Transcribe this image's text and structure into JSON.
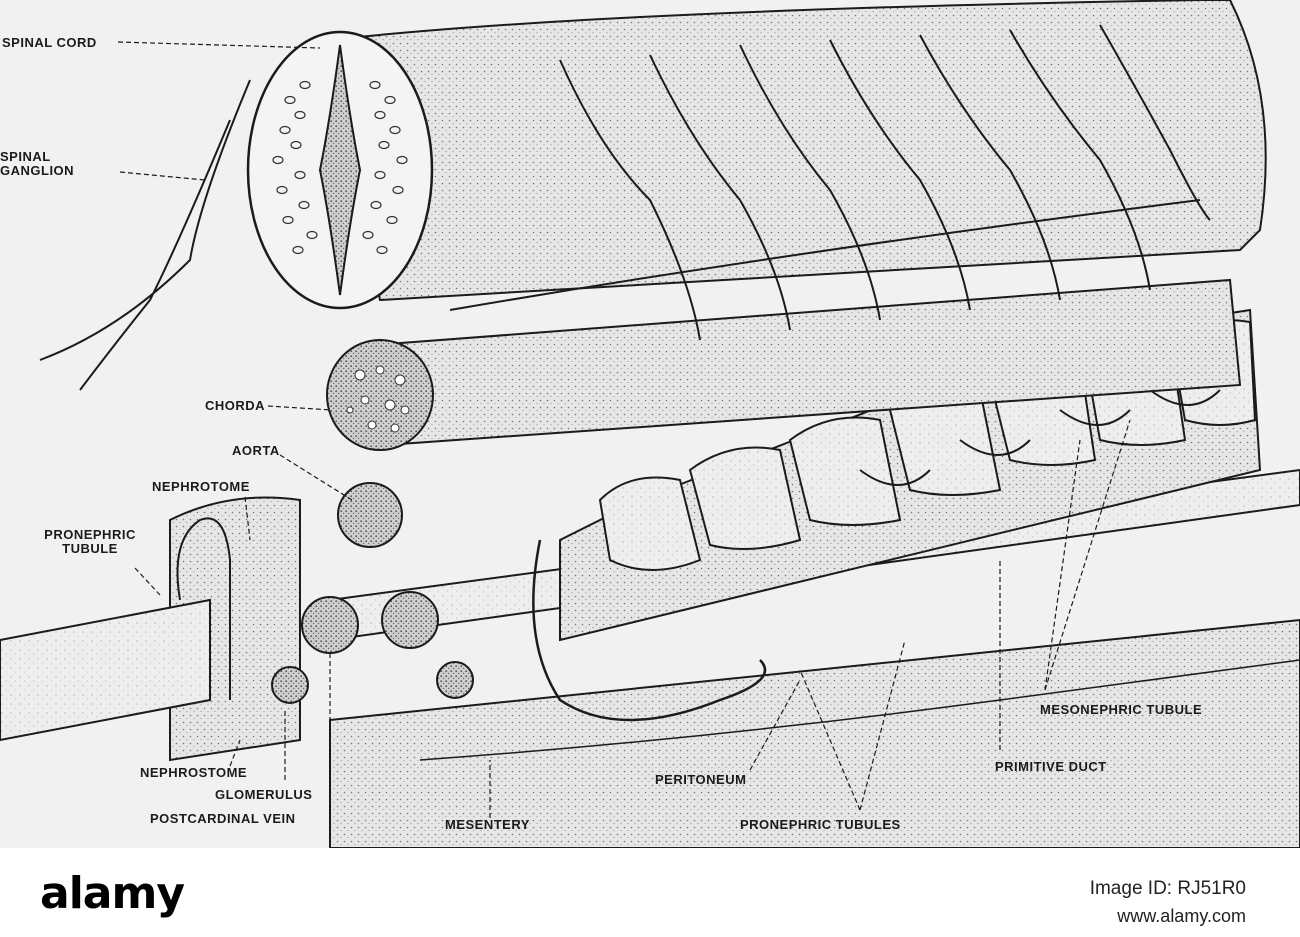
{
  "figure": {
    "labels": {
      "spinal_cord": "SPINAL CORD",
      "spinal_ganglion": "SPINAL GANGLION",
      "chorda": "CHORDA",
      "aorta": "AORTA",
      "nephrotome": "NEPHROTOME",
      "pronephric_tubule": "PRONEPHRIC TUBULE",
      "nephrostome": "NEPHROSTOME",
      "glomerulus": "GLOMERULUS",
      "postcardinal_vein": "POSTCARDINAL VEIN",
      "mesentery": "MESENTERY",
      "peritoneum": "PERITONEUM",
      "pronephric_tubules": "PRONEPHRIC TUBULES",
      "primitive_duct": "PRIMITIVE DUCT",
      "mesonephric_tubule": "MESONEPHRIC TUBULE"
    },
    "colors": {
      "ink": "#1b1b1b",
      "paper": "#f1f1f1",
      "shade": "#cfcfcf"
    }
  },
  "footer": {
    "logo": "alamy",
    "image_id": "Image ID: RJ51R0",
    "site": "www.alamy.com"
  }
}
